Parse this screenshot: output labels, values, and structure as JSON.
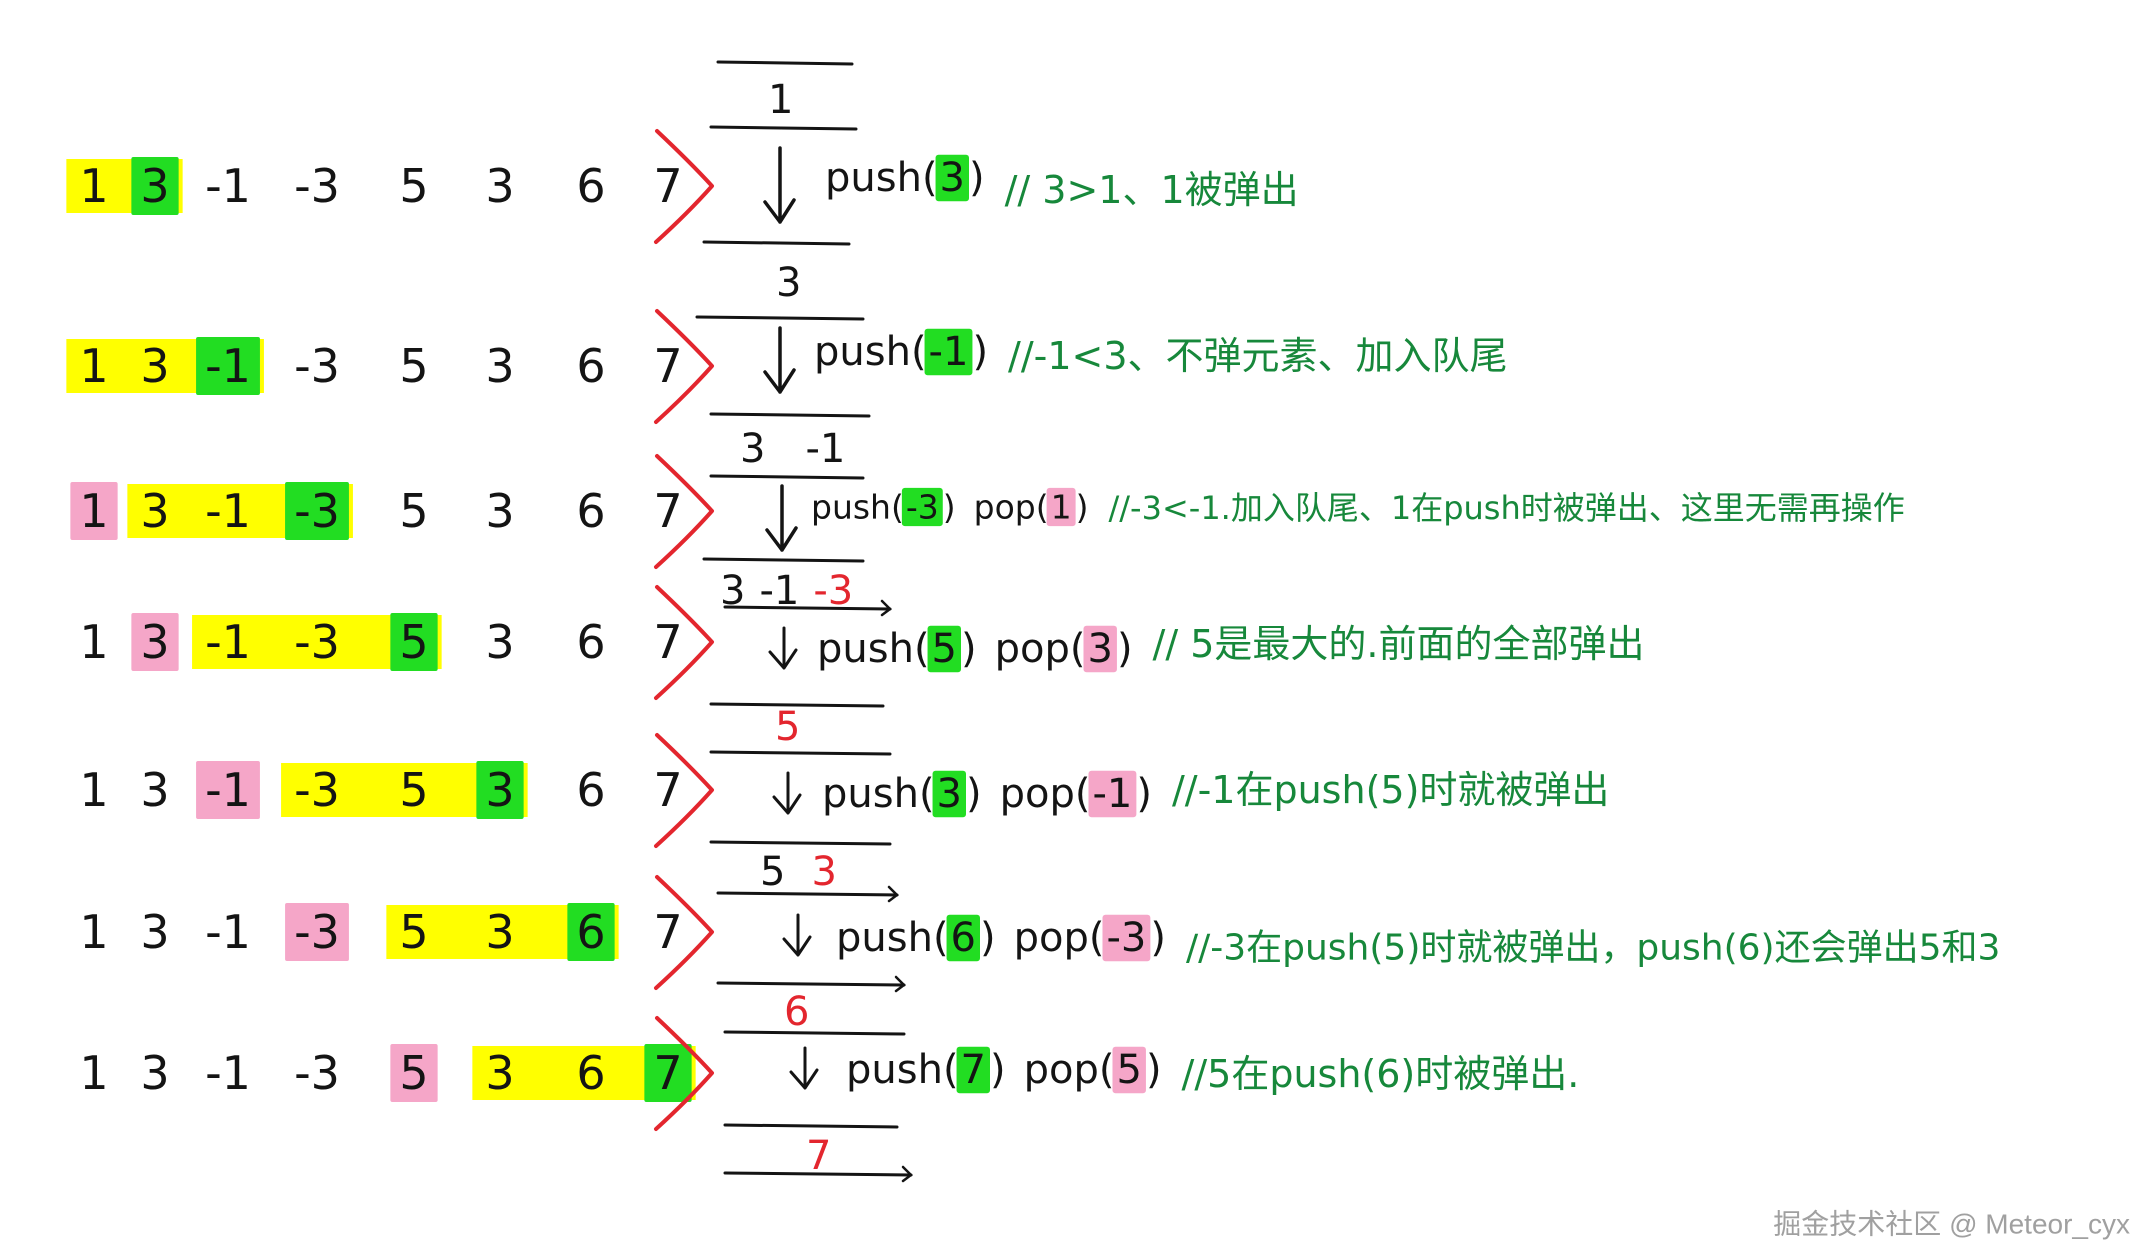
{
  "colors": {
    "window": "#ffff00",
    "pushed": "#22dd22",
    "popped": "#f5a6c8",
    "bracket": "#e3262e",
    "comment": "#17883b",
    "ink": "#141414",
    "new_item": "#e3262e",
    "watermark": "#a0a0a0",
    "background": "#ffffff"
  },
  "syntax": {
    "open": "(",
    "close": ")"
  },
  "rows": [
    {
      "cells": [
        {
          "v": "1",
          "bg": "#ffff00"
        },
        {
          "v": "3",
          "bg": "#22dd22"
        },
        {
          "v": "-1",
          "bg": null
        },
        {
          "v": "-3",
          "bg": null
        },
        {
          "v": "5",
          "bg": null
        },
        {
          "v": "3",
          "bg": null
        },
        {
          "v": "6",
          "bg": null
        },
        {
          "v": "7",
          "bg": null
        }
      ],
      "ops": [
        {
          "name": "push",
          "arg": "3",
          "bg": "#22dd22"
        }
      ],
      "comment": "// 3>1、1被弹出"
    },
    {
      "cells": [
        {
          "v": "1",
          "bg": "#ffff00"
        },
        {
          "v": "3",
          "bg": "#ffff00"
        },
        {
          "v": "-1",
          "bg": "#22dd22"
        },
        {
          "v": "-3",
          "bg": null
        },
        {
          "v": "5",
          "bg": null
        },
        {
          "v": "3",
          "bg": null
        },
        {
          "v": "6",
          "bg": null
        },
        {
          "v": "7",
          "bg": null
        }
      ],
      "ops": [
        {
          "name": "push",
          "arg": "-1",
          "bg": "#22dd22"
        }
      ],
      "comment": "//-1<3、不弹元素、加入队尾"
    },
    {
      "cells": [
        {
          "v": "1",
          "bg": "#f5a6c8"
        },
        {
          "v": "3",
          "bg": "#ffff00"
        },
        {
          "v": "-1",
          "bg": "#ffff00"
        },
        {
          "v": "-3",
          "bg": "#22dd22"
        },
        {
          "v": "5",
          "bg": null
        },
        {
          "v": "3",
          "bg": null
        },
        {
          "v": "6",
          "bg": null
        },
        {
          "v": "7",
          "bg": null
        }
      ],
      "ops": [
        {
          "name": "push",
          "arg": "-3",
          "bg": "#22dd22"
        },
        {
          "name": "pop",
          "arg": "1",
          "bg": "#f5a6c8"
        }
      ],
      "comment": "//-3<-1.加入队尾、1在push时被弹出、这里无需再操作"
    },
    {
      "cells": [
        {
          "v": "1",
          "bg": null
        },
        {
          "v": "3",
          "bg": "#f5a6c8"
        },
        {
          "v": "-1",
          "bg": "#ffff00"
        },
        {
          "v": "-3",
          "bg": "#ffff00"
        },
        {
          "v": "5",
          "bg": "#22dd22"
        },
        {
          "v": "3",
          "bg": null
        },
        {
          "v": "6",
          "bg": null
        },
        {
          "v": "7",
          "bg": null
        }
      ],
      "ops": [
        {
          "name": "push",
          "arg": "5",
          "bg": "#22dd22"
        },
        {
          "name": "pop",
          "arg": "3",
          "bg": "#f5a6c8"
        }
      ],
      "comment": "// 5是最大的.前面的全部弹出"
    },
    {
      "cells": [
        {
          "v": "1",
          "bg": null
        },
        {
          "v": "3",
          "bg": null
        },
        {
          "v": "-1",
          "bg": "#f5a6c8"
        },
        {
          "v": "-3",
          "bg": "#ffff00"
        },
        {
          "v": "5",
          "bg": "#ffff00"
        },
        {
          "v": "3",
          "bg": "#22dd22"
        },
        {
          "v": "6",
          "bg": null
        },
        {
          "v": "7",
          "bg": null
        }
      ],
      "ops": [
        {
          "name": "push",
          "arg": "3",
          "bg": "#22dd22"
        },
        {
          "name": "pop",
          "arg": "-1",
          "bg": "#f5a6c8"
        }
      ],
      "comment": "//-1在push(5)时就被弹出"
    },
    {
      "cells": [
        {
          "v": "1",
          "bg": null
        },
        {
          "v": "3",
          "bg": null
        },
        {
          "v": "-1",
          "bg": null
        },
        {
          "v": "-3",
          "bg": "#f5a6c8"
        },
        {
          "v": "5",
          "bg": "#ffff00"
        },
        {
          "v": "3",
          "bg": "#ffff00"
        },
        {
          "v": "6",
          "bg": "#22dd22"
        },
        {
          "v": "7",
          "bg": null
        }
      ],
      "ops": [
        {
          "name": "push",
          "arg": "6",
          "bg": "#22dd22"
        },
        {
          "name": "pop",
          "arg": "-3",
          "bg": "#f5a6c8"
        }
      ],
      "comment": "//-3在push(5)时就被弹出，push(6)还会弹出5和3"
    },
    {
      "cells": [
        {
          "v": "1",
          "bg": null
        },
        {
          "v": "3",
          "bg": null
        },
        {
          "v": "-1",
          "bg": null
        },
        {
          "v": "-3",
          "bg": null
        },
        {
          "v": "5",
          "bg": "#f5a6c8"
        },
        {
          "v": "3",
          "bg": "#ffff00"
        },
        {
          "v": "6",
          "bg": "#ffff00"
        },
        {
          "v": "7",
          "bg": "#22dd22"
        }
      ],
      "ops": [
        {
          "name": "push",
          "arg": "7",
          "bg": "#22dd22"
        },
        {
          "name": "pop",
          "arg": "5",
          "bg": "#f5a6c8"
        }
      ],
      "comment": "//5在push(6)时被弹出."
    }
  ],
  "queue": [
    {
      "items": [
        {
          "v": "1",
          "color": "#141414"
        }
      ]
    },
    {
      "items": [
        {
          "v": "3",
          "color": "#141414"
        }
      ]
    },
    {
      "items": [
        {
          "v": "3",
          "color": "#141414"
        },
        {
          "v": "-1",
          "color": "#141414"
        }
      ]
    },
    {
      "items": [
        {
          "v": "3",
          "color": "#141414"
        },
        {
          "v": "-1",
          "color": "#141414"
        },
        {
          "v": "-3",
          "color": "#e3262e"
        }
      ]
    },
    {
      "items": [
        {
          "v": "5",
          "color": "#e3262e"
        }
      ]
    },
    {
      "items": [
        {
          "v": "5",
          "color": "#141414"
        },
        {
          "v": "3",
          "color": "#e3262e"
        }
      ]
    },
    {
      "items": [
        {
          "v": "6",
          "color": "#e3262e"
        }
      ]
    },
    {
      "items": [
        {
          "v": "7",
          "color": "#e3262e"
        }
      ]
    }
  ],
  "watermark": "掘金技术社区 @ Meteor_cyx"
}
